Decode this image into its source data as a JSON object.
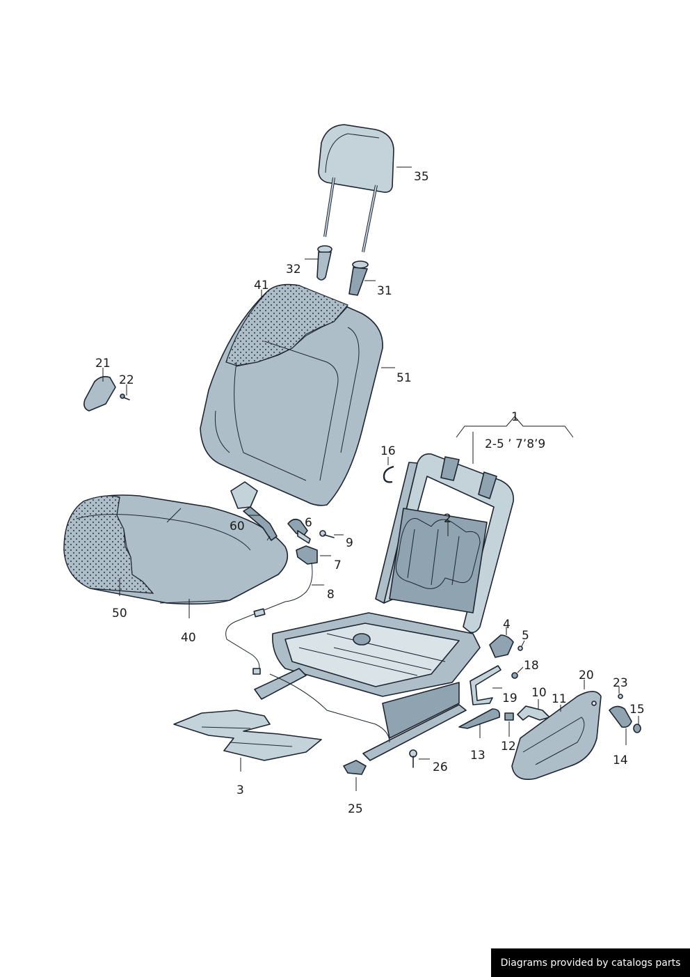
{
  "labels": {
    "l1": "1",
    "l1_sub": "2-5   ’ 7’8’9",
    "l2": "2",
    "l3": "3",
    "l4": "4",
    "l5": "5",
    "l6": "6",
    "l7": "7",
    "l8": "8",
    "l9": "9",
    "l10": "10",
    "l11": "11",
    "l12": "12",
    "l13": "13",
    "l14": "14",
    "l15": "15",
    "l16": "16",
    "l18": "18",
    "l19": "19",
    "l20": "20",
    "l21": "21",
    "l22": "22",
    "l23": "23",
    "l25": "25",
    "l26": "26",
    "l31": "31",
    "l32": "32",
    "l35": "35",
    "l40": "40",
    "l41": "41",
    "l50": "50",
    "l51": "51",
    "l60": "60"
  },
  "credit": "Diagrams provided by catalogs parts",
  "colors": {
    "part_fill": "#aebec8",
    "part_light": "#c4d2da",
    "part_dark": "#8fa3b0",
    "outline": "#1c2430",
    "credit_bg": "#000000",
    "credit_text": "#ffffff"
  }
}
